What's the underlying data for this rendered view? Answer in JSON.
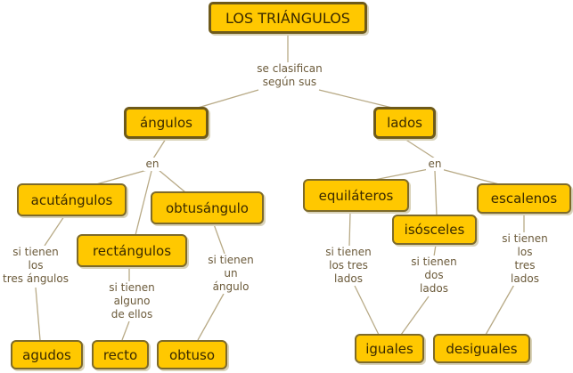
{
  "colors": {
    "node_fill": "#ffc800",
    "node_border": "#7d6a2a",
    "line": "#b8aa86",
    "label": "#6b5a3a"
  },
  "concepts": {
    "root": "LOS TRIÁNGULOS",
    "angulos": "ángulos",
    "lados": "lados",
    "acutangulos": "acutángulos",
    "obtusangulo": "obtusángulo",
    "rectangulos": "rectángulos",
    "equilateros": "equiláteros",
    "isosceles": "isósceles",
    "escalenos": "escalenos",
    "agudos": "agudos",
    "recto": "recto",
    "obtuso": "obtuso",
    "iguales": "iguales",
    "desiguales": "desiguales"
  },
  "links": {
    "se_clasifican": "se clasifican\nsegún sus",
    "en_angulos": "en",
    "en_lados": "en",
    "si_tienen_agudos": "si tienen\nlos\ntres ángulos",
    "si_tienen_recto": "si tienen\nalguno\nde ellos",
    "si_tienen_obtuso": "si tienen\nun\nángulo",
    "si_tienen_equilateros": "si tienen\nlos tres\nlados",
    "si_tienen_isosceles": "si tienen\ndos\nlados",
    "si_tienen_escalenos": "si tienen\nlos\ntres\nlados"
  }
}
